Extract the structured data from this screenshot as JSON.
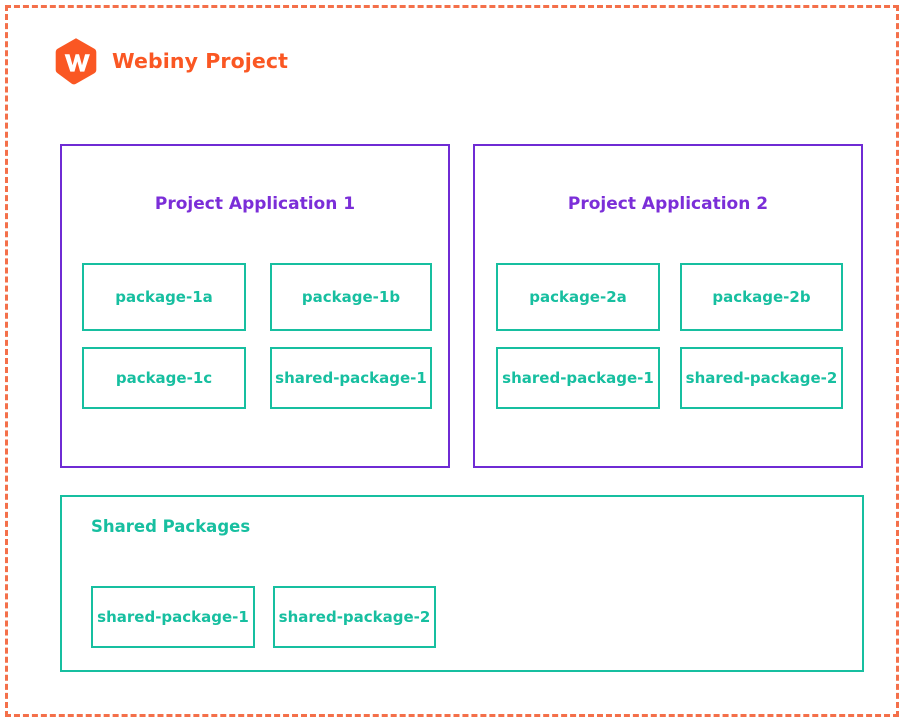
{
  "diagram": {
    "title": "Webiny Project",
    "logo_icon": "webiny-hexagon-logo-icon",
    "colors": {
      "brand_orange": "#FA5723",
      "boundary_dashed": "#F4704A",
      "application_purple": "#6F2BD4",
      "package_teal": "#17BFA0",
      "background": "#FFFFFF"
    },
    "applications": [
      {
        "title": "Project Application 1",
        "packages": [
          {
            "label": "package-1a",
            "row": 1,
            "col": 1
          },
          {
            "label": "package-1b",
            "row": 1,
            "col": 2
          },
          {
            "label": "package-1c",
            "row": 2,
            "col": 1
          },
          {
            "label": "shared-package-1",
            "row": 2,
            "col": 2
          }
        ]
      },
      {
        "title": "Project Application 2",
        "packages": [
          {
            "label": "package-2a",
            "row": 1,
            "col": 1
          },
          {
            "label": "package-2b",
            "row": 1,
            "col": 2
          },
          {
            "label": "shared-package-1",
            "row": 2,
            "col": 1
          },
          {
            "label": "shared-package-2",
            "row": 2,
            "col": 2
          }
        ]
      }
    ],
    "shared_section": {
      "title": "Shared Packages",
      "packages": [
        {
          "label": "shared-package-1"
        },
        {
          "label": "shared-package-2"
        }
      ]
    }
  }
}
